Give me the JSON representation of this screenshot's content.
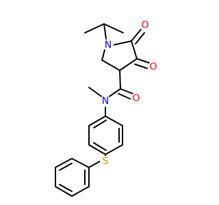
{
  "molecule": {
    "atoms": [
      {
        "id": "N1",
        "symbol": "N",
        "color": "#0000ff"
      },
      {
        "id": "O1",
        "symbol": "O",
        "color": "#ff0000"
      },
      {
        "id": "O2",
        "symbol": "O",
        "color": "#ff0000"
      },
      {
        "id": "O3",
        "symbol": "O",
        "color": "#ff0000"
      },
      {
        "id": "N2",
        "symbol": "N",
        "color": "#0000ff"
      },
      {
        "id": "S1",
        "symbol": "S",
        "color": "#c8a000"
      }
    ],
    "bond_color": "#000000",
    "background": "#ffffff"
  }
}
